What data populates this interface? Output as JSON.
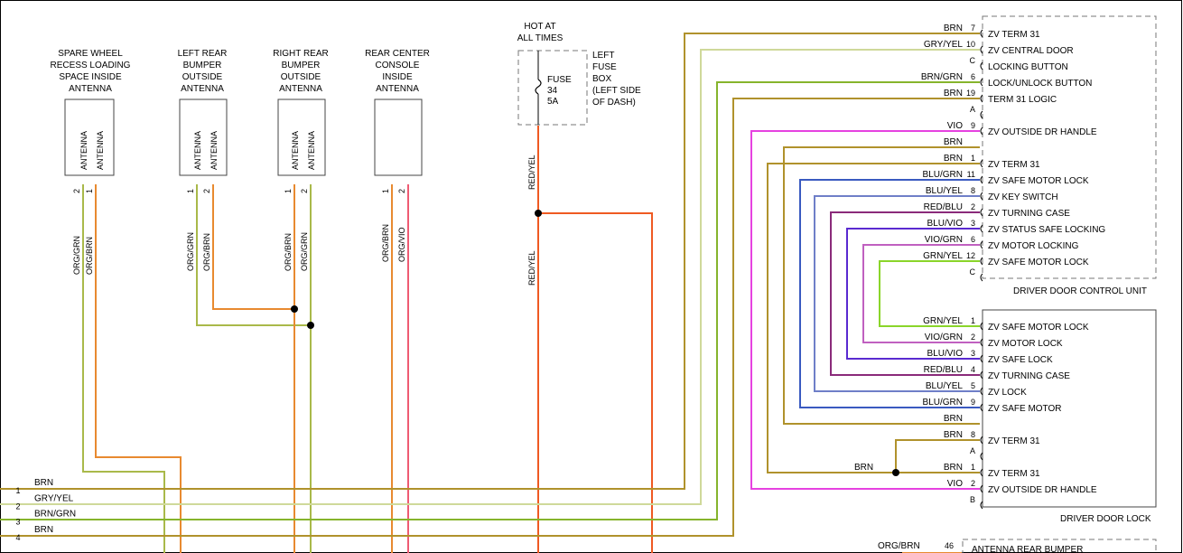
{
  "colors": {
    "BRN": "#b0922c",
    "GRY/YEL": "#cfd99a",
    "BRN/GRN": "#86b42c",
    "ORG/GRN": "#a9b94a",
    "ORG/BRN": "#e88a30",
    "ORG/VIO": "#ef5b73",
    "RED/YEL": "#ef5a22",
    "VIO": "#e642e0",
    "BLU/GRN": "#3a5ac0",
    "BLU/YEL": "#6f7fc8",
    "RED/BLU": "#8a2a7a",
    "BLU/VIO": "#5a2ad0",
    "VIO/GRN": "#c060c0",
    "GRN/YEL": "#8ad52a"
  },
  "antennas": [
    {
      "title": [
        "SPARE WHEEL",
        "RECESS LOADING",
        "SPACE INSIDE",
        "ANTENNA"
      ],
      "body": [
        "ANTENNA",
        "ANTENNA"
      ],
      "pins": [
        "2",
        "1"
      ],
      "wires": [
        "ORG/GRN",
        "ORG/BRN"
      ]
    },
    {
      "title": [
        "LEFT REAR",
        "BUMPER",
        "OUTSIDE",
        "ANTENNA"
      ],
      "body": [
        "ANTENNA",
        "ANTENNA"
      ],
      "pins": [
        "1",
        "2"
      ],
      "wires": [
        "ORG/GRN",
        "ORG/BRN"
      ]
    },
    {
      "title": [
        "RIGHT REAR",
        "BUMPER",
        "OUTSIDE",
        "ANTENNA"
      ],
      "body": [
        "ANTENNA",
        "ANTENNA"
      ],
      "pins": [
        "1",
        "2"
      ],
      "wires": [
        "ORG/BRN",
        "ORG/GRN"
      ]
    },
    {
      "title": [
        "REAR CENTER",
        "CONSOLE",
        "INSIDE",
        "ANTENNA"
      ],
      "body": [],
      "pins": [
        "1",
        "2"
      ],
      "wires": [
        "ORG/BRN",
        "ORG/VIO"
      ]
    }
  ],
  "fuse": {
    "hot_label": [
      "HOT AT",
      "ALL TIMES"
    ],
    "fuse_label": [
      "FUSE",
      "34",
      "5A"
    ],
    "box_label": [
      "LEFT",
      "FUSE",
      "BOX",
      "(LEFT SIDE",
      "OF DASH)"
    ],
    "wire_upper": "RED/YEL",
    "wire_lower": "RED/YEL"
  },
  "control_unit": {
    "caption": "DRIVER DOOR CONTROL UNIT",
    "rows": [
      {
        "wire": "BRN",
        "pin": "7",
        "label": "ZV TERM 31"
      },
      {
        "wire": "GRY/YEL",
        "pin": "10",
        "label": "ZV CENTRAL DOOR"
      },
      {
        "wire": "",
        "pin": "C",
        "label": "LOCKING BUTTON"
      },
      {
        "wire": "BRN/GRN",
        "pin": "6",
        "label": "LOCK/UNLOCK BUTTON"
      },
      {
        "wire": "BRN",
        "pin": "19",
        "label": "TERM 31 LOGIC"
      },
      {
        "wire": "",
        "pin": "A",
        "label": ""
      },
      {
        "wire": "VIO",
        "pin": "9",
        "label": "ZV OUTSIDE DR HANDLE"
      },
      {
        "wire": "BRN",
        "pin": "",
        "label": ""
      },
      {
        "wire": "BRN",
        "pin": "1",
        "label": "ZV TERM 31"
      },
      {
        "wire": "BLU/GRN",
        "pin": "11",
        "label": "ZV SAFE MOTOR LOCK"
      },
      {
        "wire": "BLU/YEL",
        "pin": "8",
        "label": "ZV KEY SWITCH"
      },
      {
        "wire": "RED/BLU",
        "pin": "2",
        "label": "ZV TURNING CASE"
      },
      {
        "wire": "BLU/VIO",
        "pin": "3",
        "label": "ZV STATUS SAFE LOCKING"
      },
      {
        "wire": "VIO/GRN",
        "pin": "6",
        "label": "ZV MOTOR LOCKING"
      },
      {
        "wire": "GRN/YEL",
        "pin": "12",
        "label": "ZV SAFE MOTOR LOCK"
      },
      {
        "wire": "",
        "pin": "C",
        "label": ""
      }
    ]
  },
  "door_lock": {
    "caption": "DRIVER DOOR LOCK",
    "rows": [
      {
        "wire": "GRN/YEL",
        "pin": "1",
        "label": "ZV SAFE MOTOR LOCK"
      },
      {
        "wire": "VIO/GRN",
        "pin": "2",
        "label": "ZV MOTOR LOCK"
      },
      {
        "wire": "BLU/VIO",
        "pin": "3",
        "label": "ZV SAFE LOCK"
      },
      {
        "wire": "RED/BLU",
        "pin": "4",
        "label": "ZV TURNING CASE"
      },
      {
        "wire": "BLU/YEL",
        "pin": "5",
        "label": "ZV LOCK"
      },
      {
        "wire": "BLU/GRN",
        "pin": "9",
        "label": "ZV SAFE MOTOR"
      },
      {
        "wire": "BRN",
        "pin": "",
        "label": ""
      },
      {
        "wire": "BRN",
        "pin": "8",
        "label": "ZV TERM 31"
      },
      {
        "wire": "",
        "pin": "A",
        "label": ""
      },
      {
        "wire": "BRN",
        "pin": "1",
        "label": "ZV TERM 31"
      },
      {
        "wire": "VIO",
        "pin": "2",
        "label": "ZV OUTSIDE DR HANDLE"
      },
      {
        "wire": "",
        "pin": "B",
        "label": ""
      }
    ],
    "side_wire": "BRN"
  },
  "left_connector": [
    {
      "num": "1",
      "wire": "BRN"
    },
    {
      "num": "2",
      "wire": "GRY/YEL"
    },
    {
      "num": "3",
      "wire": "BRN/GRN"
    },
    {
      "num": "4",
      "wire": "BRN"
    }
  ],
  "bottom_partial": {
    "wire": "ORG/BRN",
    "pin": "46",
    "label": "ANTENNA REAR BUMPER"
  }
}
